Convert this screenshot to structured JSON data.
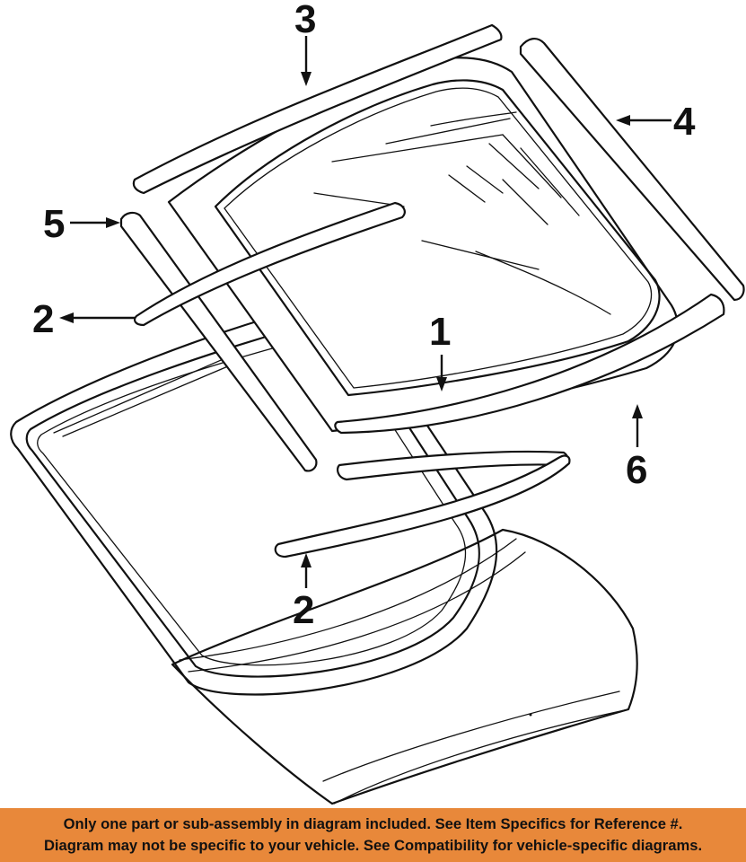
{
  "callouts": [
    {
      "id": "callout-1",
      "label": "1"
    },
    {
      "id": "callout-2a",
      "label": "2"
    },
    {
      "id": "callout-2b",
      "label": "2"
    },
    {
      "id": "callout-3",
      "label": "3"
    },
    {
      "id": "callout-4",
      "label": "4"
    },
    {
      "id": "callout-5",
      "label": "5"
    },
    {
      "id": "callout-6",
      "label": "6"
    }
  ],
  "banner": {
    "line1": "Only one part or sub-assembly in diagram included. See Item Specifics for Reference #.",
    "line2": "Diagram may not be specific to your vehicle. See Compatibility for vehicle-specific diagrams."
  },
  "colors": {
    "banner_background": "#e8883a",
    "line": "#111111",
    "background": "#ffffff"
  }
}
